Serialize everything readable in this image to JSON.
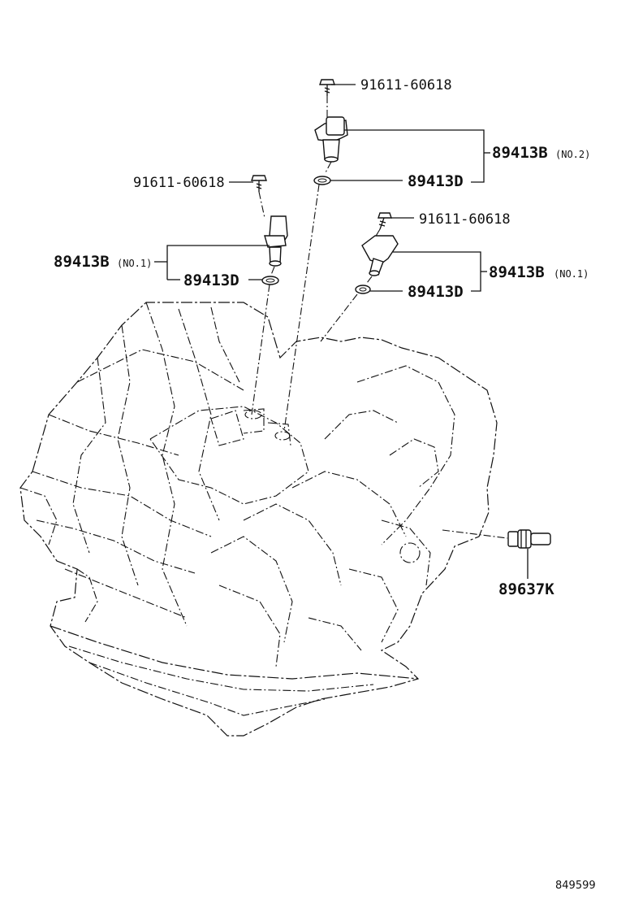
{
  "callouts": {
    "bolt_top": "91611-60618",
    "sensor_no2_part": "89413B",
    "sensor_no2_suffix": "(NO.2)",
    "oring_top": "89413D",
    "bolt_left": "91611-60618",
    "sensor_left_part": "89413B",
    "sensor_left_suffix": "(NO.1)",
    "oring_left": "89413D",
    "bolt_right": "91611-60618",
    "sensor_right_part": "89413B",
    "sensor_right_suffix": "(NO.1)",
    "oring_right": "89413D",
    "speed_switch": "89637K"
  },
  "figure_id": "849599"
}
